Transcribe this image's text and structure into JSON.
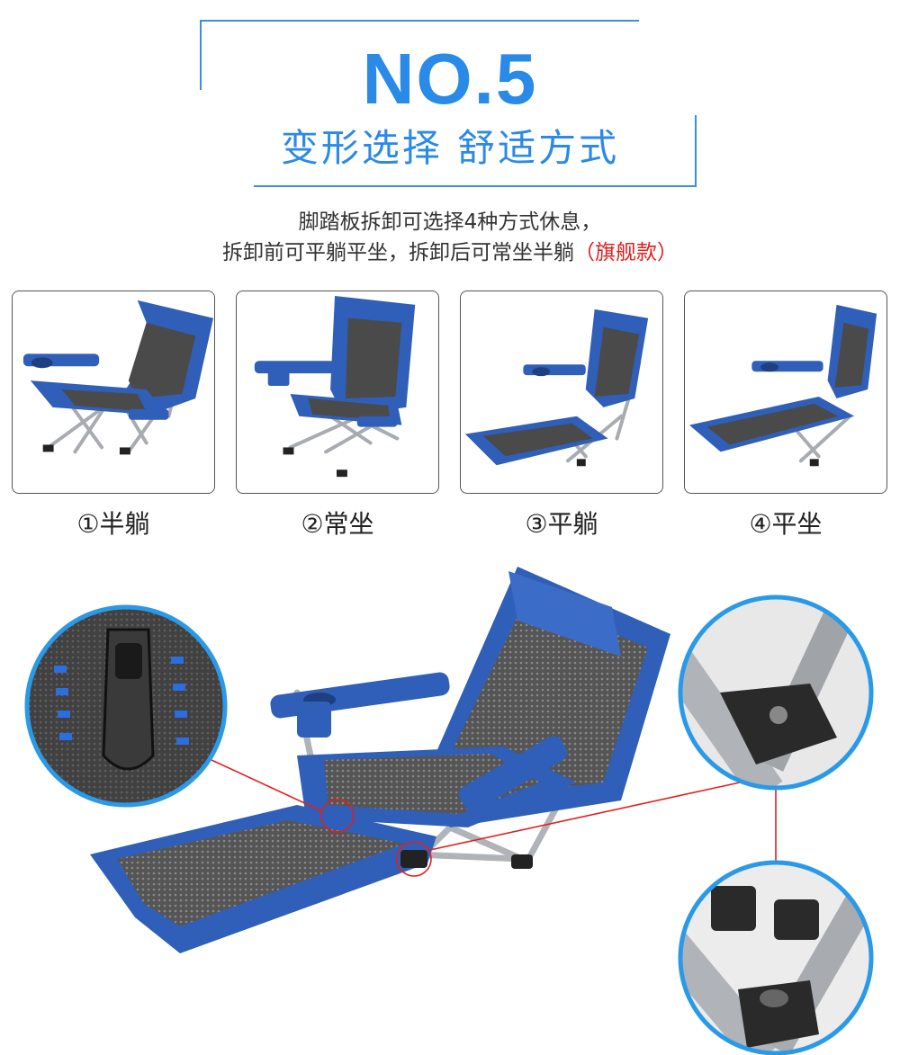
{
  "header": {
    "title": "NO.5",
    "subtitle": "变形选择 舒适方式"
  },
  "description": {
    "line1": "脚踏板拆卸可选择4种方式休息，",
    "line2_main": "拆卸前可平躺平坐，拆卸后可常坐半躺",
    "line2_highlight": "（旗舰款）"
  },
  "modes": [
    {
      "label": "①半躺"
    },
    {
      "label": "②常坐"
    },
    {
      "label": "③平躺"
    },
    {
      "label": "④平坐"
    }
  ],
  "colors": {
    "accent": "#2a8ae8",
    "highlight": "#e02020",
    "fabric_blue": "#2f5fb8",
    "mesh": "#4a4a4a",
    "frame": "#b8bcc0"
  }
}
